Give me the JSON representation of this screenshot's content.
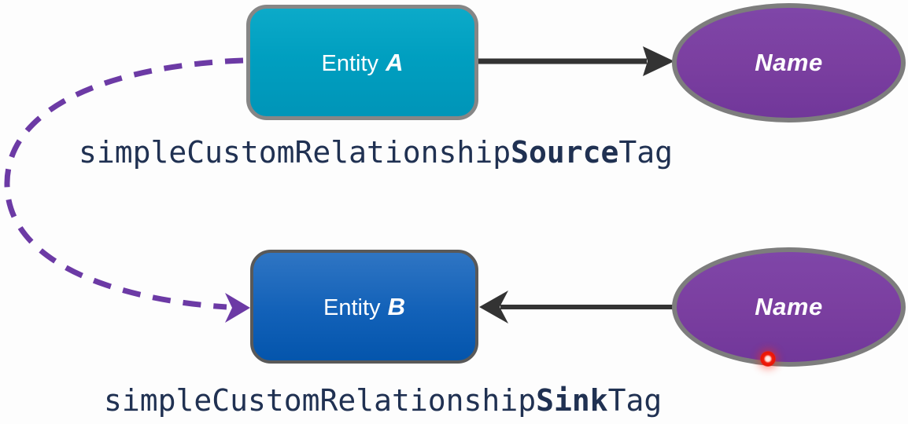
{
  "diagram": {
    "background": "#fdfdfd",
    "nodes": {
      "entity_a": {
        "label_prefix": "Entity",
        "label_emphasis": "A",
        "fill": "#009fc0",
        "border": "#868686"
      },
      "entity_b": {
        "label_prefix": "Entity",
        "label_emphasis": "B",
        "fill": "#1261b8",
        "border": "#595959"
      },
      "name_top": {
        "label": "Name",
        "fill": "#7b3fa0",
        "border": "#7d7d7d"
      },
      "name_bottom": {
        "label": "Name",
        "fill": "#7b3fa0",
        "border": "#7d7d7d"
      }
    },
    "labels": {
      "source_tag": {
        "prefix": "simpleCustomRelationship",
        "emphasis": "Source",
        "suffix": "Tag",
        "color": "#203152"
      },
      "sink_tag": {
        "prefix": "simpleCustomRelationship",
        "emphasis": "Sink",
        "suffix": "Tag",
        "color": "#203152"
      }
    },
    "connectors": {
      "source_arrow_color": "#333333",
      "sink_arrow_color": "#333333",
      "relationship_curve_color": "#6c3aa5"
    },
    "cursor": {
      "color": "#f21d0d"
    }
  }
}
